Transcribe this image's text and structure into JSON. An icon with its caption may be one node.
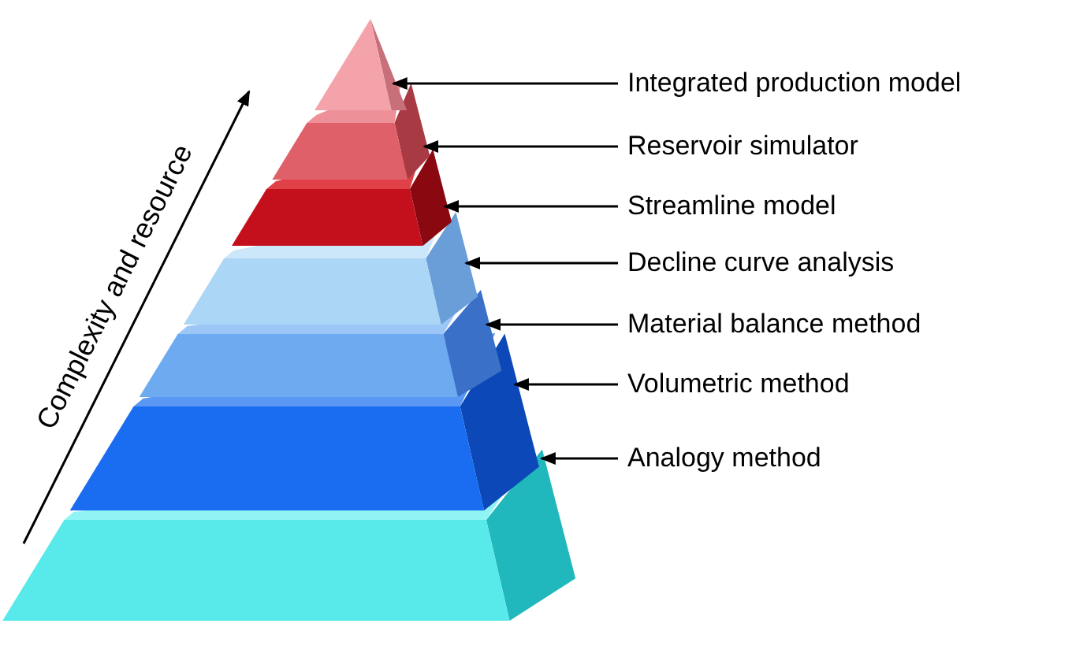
{
  "diagram": {
    "nodes": [
      {
        "text": [],
        "shape": "triangle"
      },
      {
        "text": [],
        "shape": "trapezoid"
      },
      {
        "text": [],
        "shape": "trapezoid"
      },
      {
        "text": [],
        "shape": "trapezoid"
      },
      {
        "text": [],
        "shape": "trapezoid"
      },
      {
        "text": [],
        "shape": "trapezoid"
      },
      {
        "text": [],
        "shape": "trapezoid"
      },
      {
        "text": [
          "Integrated production model"
        ]
      },
      {
        "text": [
          "Reservoir simulator"
        ]
      },
      {
        "text": [
          "Streamline model"
        ]
      },
      {
        "text": [
          "Decline curve analysis"
        ]
      },
      {
        "text": [
          "Material balance method"
        ]
      },
      {
        "text": [
          "Volumetric method"
        ]
      },
      {
        "text": [
          "Analogy method"
        ]
      }
    ],
    "edges": [
      {
        "from": 7,
        "to": 0,
        "arrow": "to"
      },
      {
        "from": 8,
        "to": 1,
        "arrow": "to"
      },
      {
        "from": 9,
        "to": 2,
        "arrow": "to"
      },
      {
        "from": 10,
        "to": 3,
        "arrow": "to"
      },
      {
        "from": 11,
        "to": 4,
        "arrow": "to"
      },
      {
        "from": 12,
        "to": 5,
        "arrow": "to"
      },
      {
        "from": 13,
        "to": 6,
        "arrow": "to"
      }
    ],
    "labels": [
      "Complexity and resource"
    ]
  }
}
